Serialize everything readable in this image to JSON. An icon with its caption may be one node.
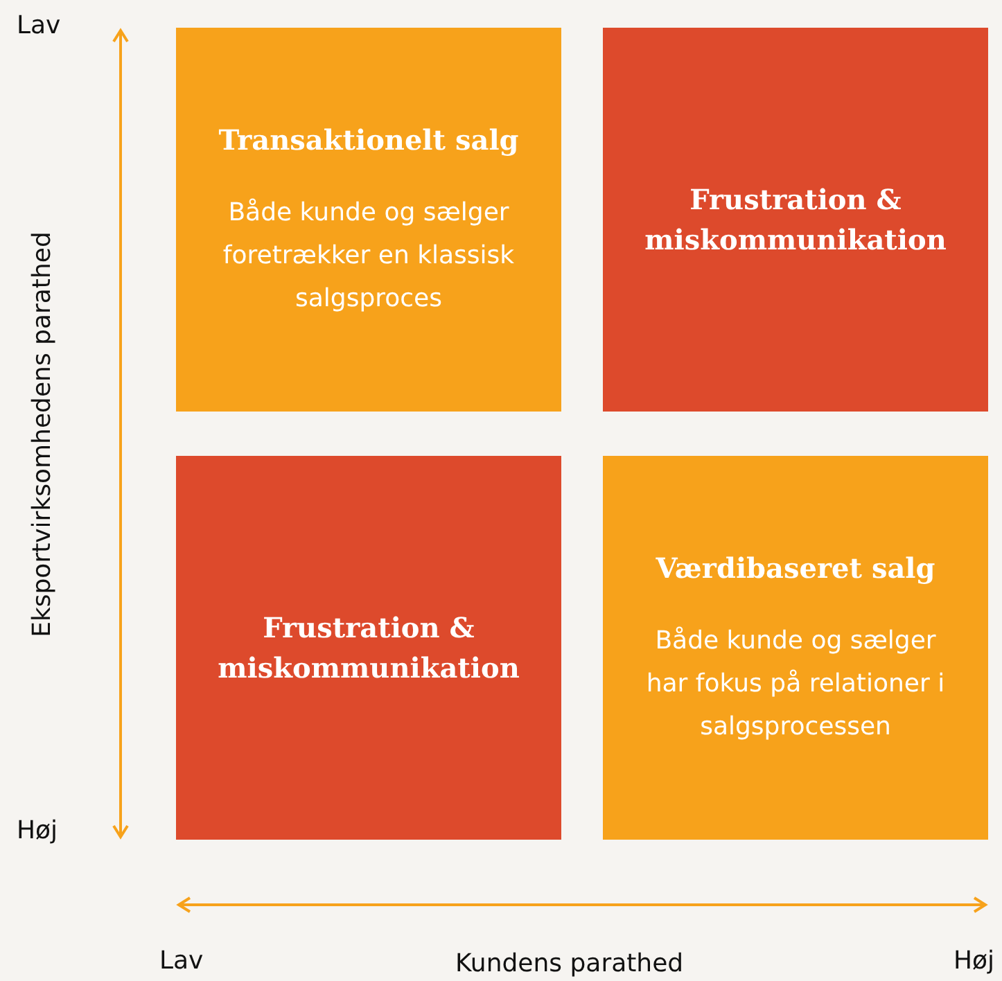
{
  "diagram": {
    "nodes": [
      {
        "text": [
          "Transaktionelt salg",
          "Både kunde og sælger foretrækker en klassisk salgsproces"
        ]
      },
      {
        "text": [
          "Frustration & miskommunikation"
        ]
      },
      {
        "text": [
          "Frustration & miskommunikation"
        ]
      },
      {
        "text": [
          "Værdibaseret salg",
          "Både kunde og sælger har fokus på relationer i salgsprocessen"
        ]
      }
    ],
    "labels": [
      "Lav",
      "Eksportvirksomhedens parathed",
      "Høj",
      "Lav",
      "Kundens parathed",
      "Høj"
    ]
  }
}
